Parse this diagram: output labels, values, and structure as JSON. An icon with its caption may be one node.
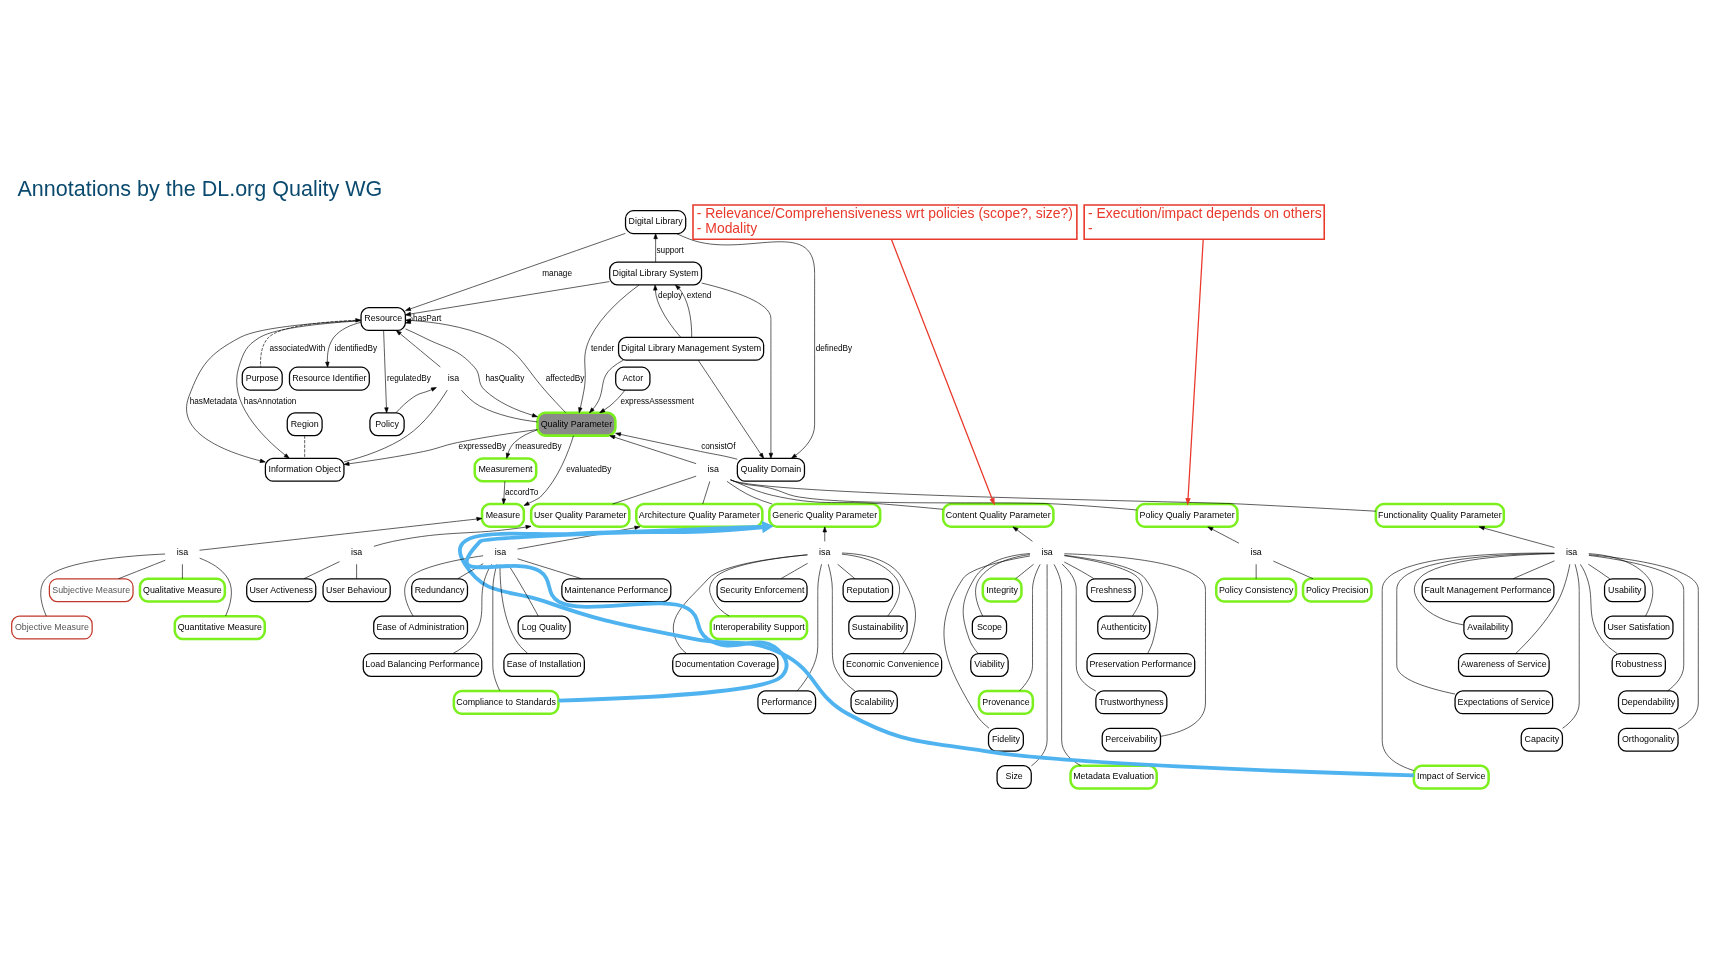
{
  "diagram": {
    "title": "Annotations by the DL.org Quality WG",
    "nodes": [
      {
        "text": [
          "Purpose"
        ]
      },
      {
        "text": [
          "Resource Identifier"
        ]
      },
      {
        "text": [
          "Policy"
        ]
      },
      {
        "text": [
          "Region"
        ]
      },
      {
        "text": [
          "Resource"
        ]
      },
      {
        "text": [
          "Information Object"
        ]
      },
      {
        "text": [
          "Digital Library"
        ]
      },
      {
        "text": [
          "Digital Library System"
        ]
      },
      {
        "text": [
          "Actor"
        ]
      },
      {
        "text": [
          "Digital Library Management System"
        ]
      },
      {
        "text": [
          "Quality Parameter"
        ]
      },
      {
        "text": [
          "Measurement"
        ]
      },
      {
        "text": [
          "Measure"
        ]
      },
      {
        "text": [
          "Quality Domain"
        ]
      },
      {
        "text": [
          "Subjective Measure"
        ]
      },
      {
        "text": [
          "Qualitative Measure"
        ]
      },
      {
        "text": [
          "Objective Measure"
        ]
      },
      {
        "text": [
          "Quantitative Measure"
        ]
      },
      {
        "text": [
          "isa"
        ]
      },
      {
        "text": [
          "isa"
        ]
      },
      {
        "text": [
          "Generic Quality Parameter"
        ]
      },
      {
        "text": [
          "Content Quality Parameter"
        ]
      },
      {
        "text": [
          "Policy Qualiy Parameter"
        ]
      },
      {
        "text": [
          "Functionality Quality Parameter"
        ]
      },
      {
        "text": [
          "User Quality Parameter"
        ]
      },
      {
        "text": [
          "Architecture Quality Parameter"
        ]
      },
      {
        "text": [
          "isa"
        ]
      },
      {
        "text": [
          "Security Enforcement"
        ]
      },
      {
        "text": [
          "Reputation"
        ]
      },
      {
        "text": [
          "Interoperability Support"
        ]
      },
      {
        "text": [
          "Sustainability"
        ]
      },
      {
        "text": [
          "Documentation Coverage"
        ]
      },
      {
        "text": [
          "Economic Convenience"
        ]
      },
      {
        "text": [
          "Performance"
        ]
      },
      {
        "text": [
          "Scalability"
        ]
      },
      {
        "text": [
          "isa"
        ]
      },
      {
        "text": [
          "Integrity"
        ]
      },
      {
        "text": [
          "Freshness"
        ]
      },
      {
        "text": [
          "Scope"
        ]
      },
      {
        "text": [
          "Authenticity"
        ]
      },
      {
        "text": [
          "Viability"
        ]
      },
      {
        "text": [
          "Preservation Performance"
        ]
      },
      {
        "text": [
          "Provenance"
        ]
      },
      {
        "text": [
          "Trustworthyness"
        ]
      },
      {
        "text": [
          "Fidelity"
        ]
      },
      {
        "text": [
          "Perceivability"
        ]
      },
      {
        "text": [
          "Size"
        ]
      },
      {
        "text": [
          "Metadata Evaluation"
        ]
      },
      {
        "text": [
          "isa"
        ]
      },
      {
        "text": [
          "Policy Consistency"
        ]
      },
      {
        "text": [
          "Policy Precision"
        ]
      },
      {
        "text": [
          "isa"
        ]
      },
      {
        "text": [
          "Usability"
        ]
      },
      {
        "text": [
          "Fault Management Performance"
        ]
      },
      {
        "text": [
          "User Satisfation"
        ]
      },
      {
        "text": [
          "Availability"
        ]
      },
      {
        "text": [
          "Robustness"
        ]
      },
      {
        "text": [
          "Awareness of Service"
        ]
      },
      {
        "text": [
          "Dependability"
        ]
      },
      {
        "text": [
          "Expectations of Service"
        ]
      },
      {
        "text": [
          "Orthogonality"
        ]
      },
      {
        "text": [
          "Capacity"
        ]
      },
      {
        "text": [
          "Impact of Service"
        ]
      },
      {
        "text": [
          "isa"
        ]
      },
      {
        "text": [
          "User Behaviour"
        ]
      },
      {
        "text": [
          "User Activeness"
        ]
      },
      {
        "text": [
          "isa"
        ]
      },
      {
        "text": [
          "Maintenance Performance"
        ]
      },
      {
        "text": [
          "Redundancy"
        ]
      },
      {
        "text": [
          "Log Quality"
        ]
      },
      {
        "text": [
          "Ease of Administration"
        ]
      },
      {
        "text": [
          "Ease of Installation"
        ]
      },
      {
        "text": [
          "Load Balancing Performance"
        ]
      },
      {
        "text": [
          "Compliance to Standards"
        ]
      },
      {
        "text": [
          "- Relevance/Comprehensiveness wrt policies (scope?, size?)",
          "- Modality"
        ]
      },
      {
        "text": [
          "- Execution/impact depends on others",
          "-"
        ]
      },
      {
        "text": [
          "isa"
        ]
      }
    ],
    "edges": [
      {
        "from": 0,
        "to": 4,
        "arrow": "to",
        "label": "associatedWith",
        "style": "dashed"
      },
      {
        "from": 4,
        "to": 4,
        "arrow": "to",
        "label": "hasPart"
      },
      {
        "from": 4,
        "to": 1,
        "arrow": "to",
        "label": "identifiedBy"
      },
      {
        "from": 4,
        "to": 2,
        "arrow": "to",
        "label": "regulatedBy"
      },
      {
        "from": 4,
        "to": 5,
        "arrow": "to",
        "label": "hasAnnotation"
      },
      {
        "from": 3,
        "to": 5,
        "arrow": "none",
        "style": "dashed"
      },
      {
        "from": 4,
        "to": 5,
        "arrow": "to",
        "label": "hasMetadata"
      },
      {
        "from": 2,
        "to": 76,
        "arrow": "to"
      },
      {
        "from": 5,
        "to": 76,
        "arrow": "none"
      },
      {
        "from": 10,
        "to": 76,
        "arrow": "none"
      },
      {
        "from": 76,
        "to": 4,
        "arrow": "to"
      },
      {
        "from": 10,
        "to": 4,
        "arrow": "to",
        "label": "affectedBy"
      },
      {
        "from": 4,
        "to": 10,
        "arrow": "to",
        "label": "hasQuality"
      },
      {
        "from": 6,
        "to": 4,
        "arrow": "to",
        "label": "manage"
      },
      {
        "from": 7,
        "to": 4,
        "arrow": "to"
      },
      {
        "from": 8,
        "to": 10,
        "arrow": "to",
        "label": "expressAssessment"
      },
      {
        "from": 10,
        "to": 5,
        "arrow": "to",
        "label": "expressedBy"
      },
      {
        "from": 10,
        "to": 11,
        "arrow": "to",
        "label": "measuredBy"
      },
      {
        "from": 10,
        "to": 12,
        "arrow": "to",
        "label": "evaluatedBy"
      },
      {
        "from": 11,
        "to": 12,
        "arrow": "to",
        "label": "accordTo"
      },
      {
        "from": 7,
        "to": 6,
        "arrow": "to",
        "label": "support"
      },
      {
        "from": 9,
        "to": 7,
        "arrow": "to",
        "label": "deploy"
      },
      {
        "from": 9,
        "to": 7,
        "arrow": "to",
        "label": "extend"
      },
      {
        "from": 7,
        "to": 10,
        "arrow": "to",
        "label": "tender"
      },
      {
        "from": 9,
        "to": 10,
        "arrow": "to"
      },
      {
        "from": 6,
        "to": 13,
        "arrow": "to",
        "label": "definedBy"
      },
      {
        "from": 7,
        "to": 13,
        "arrow": "to"
      },
      {
        "from": 9,
        "to": 13,
        "arrow": "to"
      },
      {
        "from": 13,
        "to": 10,
        "arrow": "to",
        "label": "consistOf"
      },
      {
        "from": 14,
        "to": 18,
        "arrow": "none"
      },
      {
        "from": 15,
        "to": 18,
        "arrow": "none"
      },
      {
        "from": 16,
        "to": 18,
        "arrow": "none"
      },
      {
        "from": 17,
        "to": 18,
        "arrow": "none"
      },
      {
        "from": 18,
        "to": 12,
        "arrow": "to"
      },
      {
        "from": 20,
        "to": 19,
        "arrow": "none"
      },
      {
        "from": 21,
        "to": 19,
        "arrow": "none"
      },
      {
        "from": 22,
        "to": 19,
        "arrow": "none"
      },
      {
        "from": 23,
        "to": 19,
        "arrow": "none"
      },
      {
        "from": 24,
        "to": 19,
        "arrow": "none"
      },
      {
        "from": 25,
        "to": 19,
        "arrow": "none"
      },
      {
        "from": 19,
        "to": 10,
        "arrow": "to"
      },
      {
        "from": 27,
        "to": 26,
        "arrow": "none"
      },
      {
        "from": 28,
        "to": 26,
        "arrow": "none"
      },
      {
        "from": 29,
        "to": 26,
        "arrow": "none"
      },
      {
        "from": 30,
        "to": 26,
        "arrow": "none"
      },
      {
        "from": 31,
        "to": 26,
        "arrow": "none"
      },
      {
        "from": 32,
        "to": 26,
        "arrow": "none"
      },
      {
        "from": 33,
        "to": 26,
        "arrow": "none"
      },
      {
        "from": 34,
        "to": 26,
        "arrow": "none"
      },
      {
        "from": 26,
        "to": 20,
        "arrow": "to"
      },
      {
        "from": 36,
        "to": 35,
        "arrow": "none"
      },
      {
        "from": 37,
        "to": 35,
        "arrow": "none"
      },
      {
        "from": 38,
        "to": 35,
        "arrow": "none"
      },
      {
        "from": 39,
        "to": 35,
        "arrow": "none"
      },
      {
        "from": 40,
        "to": 35,
        "arrow": "none"
      },
      {
        "from": 41,
        "to": 35,
        "arrow": "none"
      },
      {
        "from": 42,
        "to": 35,
        "arrow": "none"
      },
      {
        "from": 43,
        "to": 35,
        "arrow": "none"
      },
      {
        "from": 44,
        "to": 35,
        "arrow": "none"
      },
      {
        "from": 45,
        "to": 35,
        "arrow": "none"
      },
      {
        "from": 46,
        "to": 35,
        "arrow": "none"
      },
      {
        "from": 47,
        "to": 35,
        "arrow": "none"
      },
      {
        "from": 35,
        "to": 21,
        "arrow": "to"
      },
      {
        "from": 49,
        "to": 48,
        "arrow": "none"
      },
      {
        "from": 50,
        "to": 48,
        "arrow": "none"
      },
      {
        "from": 48,
        "to": 22,
        "arrow": "to"
      },
      {
        "from": 52,
        "to": 51,
        "arrow": "none"
      },
      {
        "from": 53,
        "to": 51,
        "arrow": "none"
      },
      {
        "from": 54,
        "to": 51,
        "arrow": "none"
      },
      {
        "from": 55,
        "to": 51,
        "arrow": "none"
      },
      {
        "from": 56,
        "to": 51,
        "arrow": "none"
      },
      {
        "from": 57,
        "to": 51,
        "arrow": "none"
      },
      {
        "from": 58,
        "to": 51,
        "arrow": "none"
      },
      {
        "from": 59,
        "to": 51,
        "arrow": "none"
      },
      {
        "from": 60,
        "to": 51,
        "arrow": "none"
      },
      {
        "from": 61,
        "to": 51,
        "arrow": "none"
      },
      {
        "from": 62,
        "to": 51,
        "arrow": "none"
      },
      {
        "from": 51,
        "to": 23,
        "arrow": "to"
      },
      {
        "from": 64,
        "to": 63,
        "arrow": "none"
      },
      {
        "from": 65,
        "to": 63,
        "arrow": "none"
      },
      {
        "from": 63,
        "to": 24,
        "arrow": "to"
      },
      {
        "from": 67,
        "to": 66,
        "arrow": "none"
      },
      {
        "from": 68,
        "to": 66,
        "arrow": "none"
      },
      {
        "from": 69,
        "to": 66,
        "arrow": "none"
      },
      {
        "from": 70,
        "to": 66,
        "arrow": "none"
      },
      {
        "from": 71,
        "to": 66,
        "arrow": "none"
      },
      {
        "from": 72,
        "to": 66,
        "arrow": "none"
      },
      {
        "from": 73,
        "to": 66,
        "arrow": "none"
      },
      {
        "from": 66,
        "to": 25,
        "arrow": "to"
      },
      {
        "from": 74,
        "to": 21,
        "arrow": "to",
        "color": "#e8392b"
      },
      {
        "from": 75,
        "to": 22,
        "arrow": "to",
        "color": "#e8392b"
      },
      {
        "from": 62,
        "to": 20,
        "arrow": "to",
        "style": "thick",
        "color": "#4fb3f0"
      },
      {
        "from": 73,
        "to": 20,
        "arrow": "to",
        "style": "thick",
        "color": "#4fb3f0"
      }
    ]
  }
}
